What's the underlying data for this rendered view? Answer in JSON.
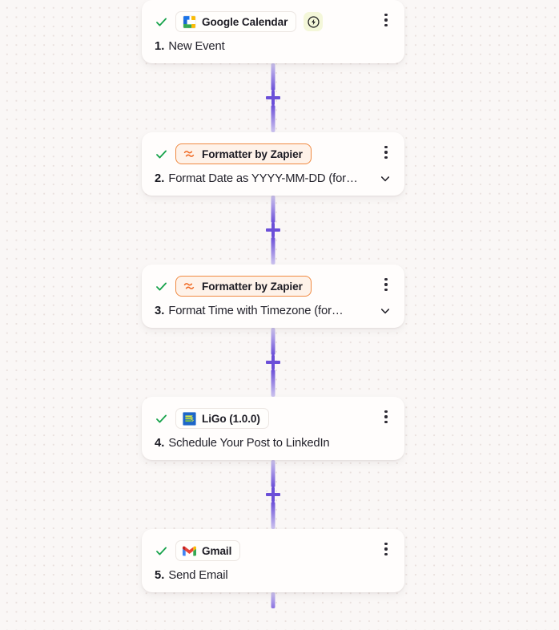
{
  "canvas": {
    "background_color": "#faf7f6",
    "dot_color": "#e9e0dd",
    "connector_color": "#6b4fd8"
  },
  "workflow": {
    "add_step_label": "+",
    "steps": [
      {
        "step_number": "1.",
        "app_name": "Google Calendar",
        "app_icon": "google-calendar-icon",
        "title": "New Event",
        "status_icon": "green-check-icon",
        "is_trigger": true,
        "trigger_icon": "lightning-bolt-icon",
        "has_chevron": false,
        "chip_style": "plain",
        "menu_icon": "kebab-menu-icon"
      },
      {
        "step_number": "2.",
        "app_name": "Formatter by Zapier",
        "app_icon": "formatter-wave-icon",
        "title": "Format Date as YYYY-MM-DD (for…",
        "status_icon": "green-check-icon",
        "is_trigger": false,
        "has_chevron": true,
        "chevron_icon": "chevron-down-icon",
        "chip_style": "formatter",
        "menu_icon": "kebab-menu-icon"
      },
      {
        "step_number": "3.",
        "app_name": "Formatter by Zapier",
        "app_icon": "formatter-wave-icon",
        "title": "Format Time with Timezone (for…",
        "status_icon": "green-check-icon",
        "is_trigger": false,
        "has_chevron": true,
        "chevron_icon": "chevron-down-icon",
        "chip_style": "formatter",
        "menu_icon": "kebab-menu-icon"
      },
      {
        "step_number": "4.",
        "app_name": "LiGo (1.0.0)",
        "app_icon": "ligo-icon",
        "title": "Schedule Your Post to LinkedIn",
        "status_icon": "green-check-icon",
        "is_trigger": false,
        "has_chevron": false,
        "chip_style": "plain",
        "menu_icon": "kebab-menu-icon"
      },
      {
        "step_number": "5.",
        "app_name": "Gmail",
        "app_icon": "gmail-icon",
        "title": "Send Email",
        "status_icon": "green-check-icon",
        "is_trigger": false,
        "has_chevron": false,
        "chip_style": "plain",
        "menu_icon": "kebab-menu-icon"
      }
    ]
  }
}
